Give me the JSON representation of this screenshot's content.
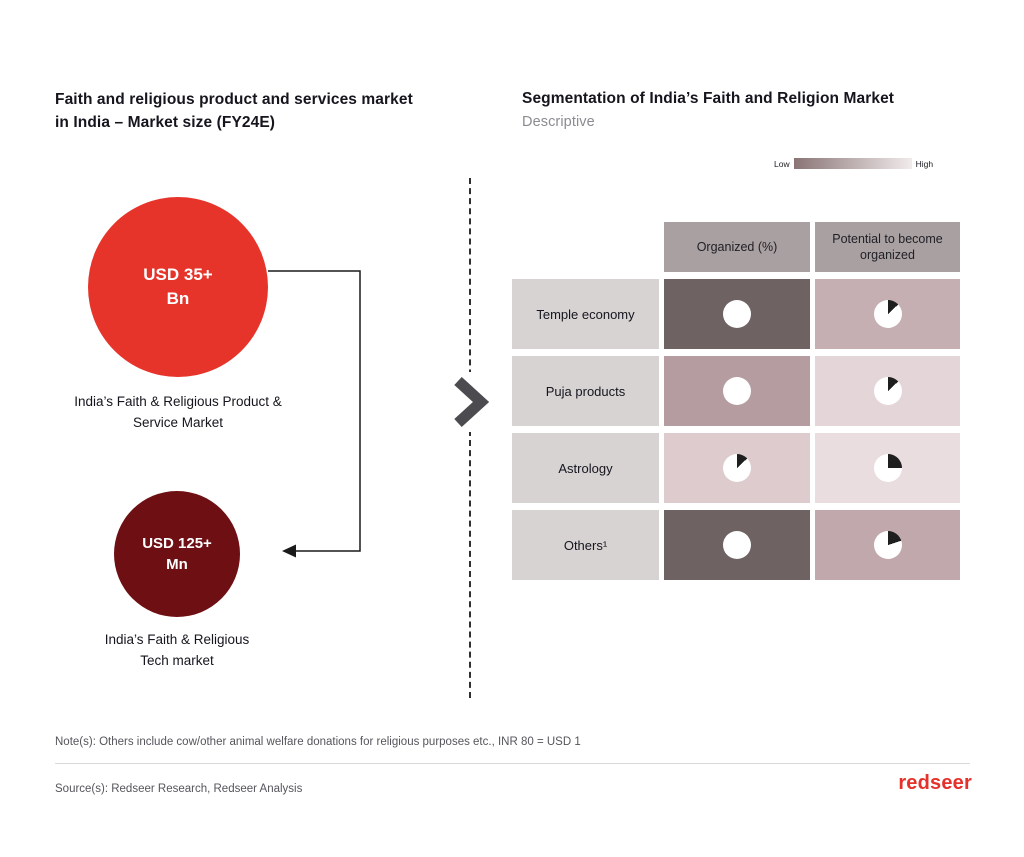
{
  "left_panel": {
    "title_line1": "Faith and religious product and services market",
    "title_line2": "in India – Market size (FY24E)",
    "bubble_large": {
      "value_line1": "USD 35+",
      "value_line2": "Bn",
      "caption_line1": "India’s Faith & Religious Product &",
      "caption_line2": "Service Market",
      "color": "#e6342b"
    },
    "bubble_small": {
      "value_line1": "USD 125+",
      "value_line2": "Mn",
      "caption_line1": "India’s Faith & Religious",
      "caption_line2": "Tech market",
      "color": "#6e1013"
    }
  },
  "right_panel": {
    "title": "Segmentation of India’s Faith and Religion Market",
    "subtitle": "Descriptive",
    "legend": {
      "low_label": "Low",
      "high_label": "High",
      "dark_color": "#8a7475",
      "light_color": "#f1ebeb"
    },
    "matrix": {
      "columns": [
        "Organized (%)",
        "Potential to become organized"
      ],
      "rows": [
        {
          "label": "Temple economy",
          "cells": [
            {
              "bg": "#6f6263",
              "pie": 0
            },
            {
              "bg": "#c6afb2",
              "pie": 0.13
            }
          ]
        },
        {
          "label": "Puja products",
          "cells": [
            {
              "bg": "#b59ca0",
              "pie": 0
            },
            {
              "bg": "#e4d6d8",
              "pie": 0.13
            }
          ]
        },
        {
          "label": "Astrology",
          "cells": [
            {
              "bg": "#ddcbce",
              "pie": 0.13
            },
            {
              "bg": "#e9dddf",
              "pie": 0.25
            }
          ]
        },
        {
          "label": "Others¹",
          "cells": [
            {
              "bg": "#6f6263",
              "pie": 0
            },
            {
              "bg": "#c0a8ac",
              "pie": 0.2
            }
          ]
        }
      ]
    }
  },
  "footer": {
    "note": "Note(s): Others include cow/other animal welfare donations for religious purposes etc., INR 80 = USD 1",
    "source": "Source(s): Redseer Research, Redseer Analysis",
    "logo_text": "redseer"
  },
  "chart_data": [
    {
      "type": "bubble",
      "title": "Faith and religious product and services market in India – Market size (FY24E)",
      "points": [
        {
          "label": "India’s Faith & Religious Product & Service Market",
          "value": "USD 35+ Bn",
          "color": "#e6342b",
          "relative_size": "large"
        },
        {
          "label": "India’s Faith & Religious Tech market",
          "value": "USD 125+ Mn",
          "color": "#6e1013",
          "relative_size": "small"
        }
      ]
    },
    {
      "type": "heatmap",
      "title": "Segmentation of India’s Faith and Religion Market",
      "subtitle": "Descriptive",
      "legend": {
        "low": "Low",
        "high": "High",
        "note": "dark shade = Low, light shade = High"
      },
      "columns": [
        "Organized (%)",
        "Potential to become organized"
      ],
      "rows": [
        "Temple economy",
        "Puja products",
        "Astrology",
        "Others¹"
      ],
      "cell_levels": [
        [
          "low",
          "medium"
        ],
        [
          "medium",
          "high"
        ],
        [
          "high",
          "high"
        ],
        [
          "low",
          "medium"
        ]
      ],
      "pie_fractions": [
        [
          0,
          0.13
        ],
        [
          0,
          0.13
        ],
        [
          0.13,
          0.25
        ],
        [
          0,
          0.2
        ]
      ]
    }
  ]
}
